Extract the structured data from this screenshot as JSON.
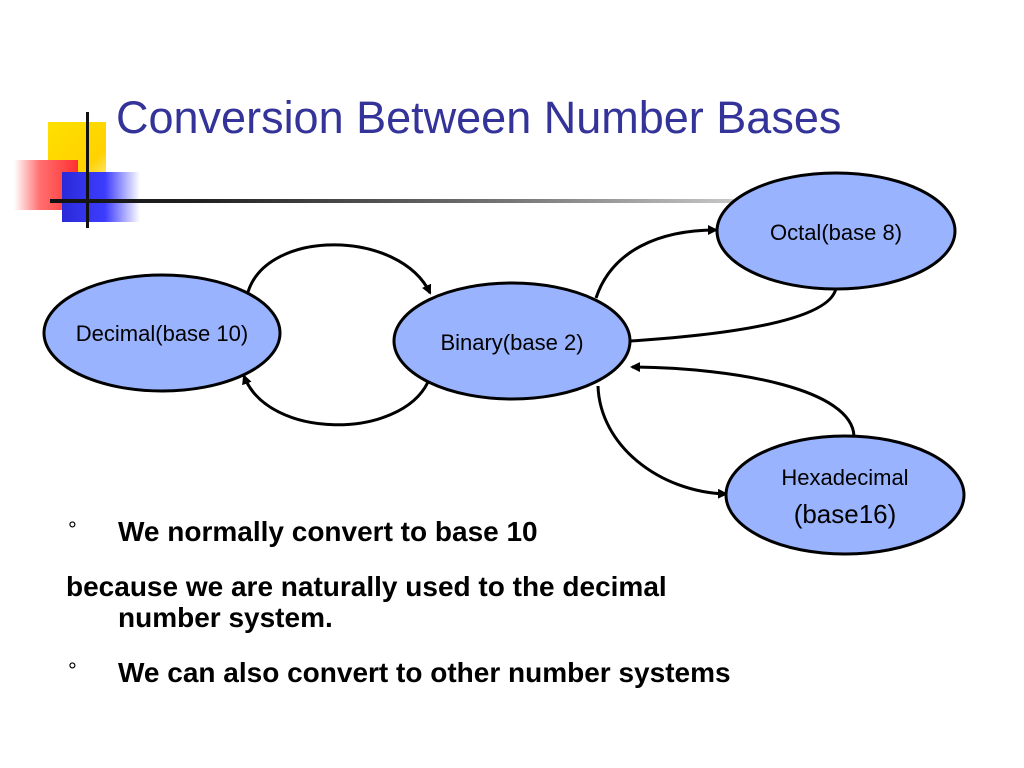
{
  "slide": {
    "title": "Conversion Between Number Bases"
  },
  "diagram": {
    "nodes": {
      "decimal": {
        "label": "Decimal(base 10)"
      },
      "binary": {
        "label": "Binary(base 2)"
      },
      "octal": {
        "label": "Octal(base 8)"
      },
      "hex": {
        "label_line1": "Hexadecimal",
        "label_line2": "(base16)"
      }
    },
    "node_fill": "#99b3ff",
    "stroke_color": "#000000"
  },
  "bullets": {
    "marker": "°",
    "item1": "We normally convert to base 10",
    "para": "because we are naturally used to the decimal number system.",
    "item2": "We can also convert to other number systems"
  },
  "colors": {
    "title": "#333399"
  }
}
